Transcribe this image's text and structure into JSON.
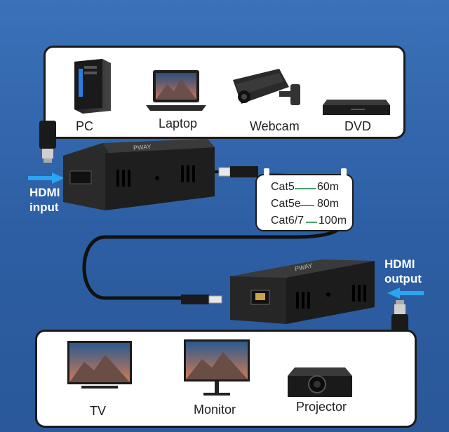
{
  "sources": {
    "items": [
      {
        "label": "PC",
        "icon": "pc-tower-icon"
      },
      {
        "label": "Laptop",
        "icon": "laptop-icon"
      },
      {
        "label": "Webcam",
        "icon": "webcam-icon"
      },
      {
        "label": "DVD",
        "icon": "dvd-player-icon"
      }
    ]
  },
  "displays": {
    "items": [
      {
        "label": "TV",
        "icon": "tv-icon"
      },
      {
        "label": "Monitor",
        "icon": "monitor-icon"
      },
      {
        "label": "Projector",
        "icon": "projector-icon"
      }
    ]
  },
  "transmitter": {
    "brand": "PWAY",
    "label": "HDMI input"
  },
  "receiver": {
    "brand": "PWAY",
    "label": "HDMI output"
  },
  "cable_specs": [
    {
      "type": "Cat5",
      "distance": "60m"
    },
    {
      "type": "Cat5e",
      "distance": "80m"
    },
    {
      "type": "Cat6/7",
      "distance": "100m"
    }
  ],
  "colors": {
    "background": "#3a71b8",
    "arrow": "#2aa6f0",
    "spec_line": "#49a06a"
  }
}
